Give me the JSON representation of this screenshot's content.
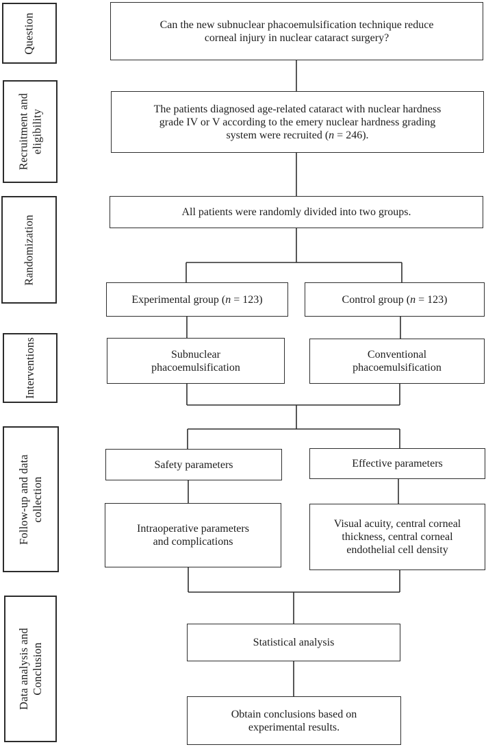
{
  "figure": {
    "background_color": "#ffffff",
    "line_color": "#2d2d2d",
    "text_color": "#1c1c1c"
  },
  "stages": {
    "question": {
      "line1": "Question"
    },
    "recruitment": {
      "line1": "Recruitment and",
      "line2": "eligibility"
    },
    "randomization": {
      "line1": "Randomization"
    },
    "interventions": {
      "line1": "Interventions"
    },
    "followup": {
      "line1": "Follow-up and data",
      "line2": "collection"
    },
    "conclusion": {
      "line1": "Data analysis and",
      "line2": "Conclusion"
    }
  },
  "flow": {
    "question": {
      "line1": "Can the new subnuclear phacoemulsification technique reduce",
      "line2": "corneal injury in nuclear cataract surgery?"
    },
    "recruitment": {
      "line1": "The patients diagnosed age-related cataract with nuclear hardness",
      "line2": "grade IV or V according to the emery nuclear hardness grading",
      "line3_pre": "system were recruited (",
      "line3_var": "n",
      "line3_post": " = 246)."
    },
    "randomization": {
      "line1": "All patients were randomly divided into two groups."
    },
    "experimental": {
      "pre": "Experimental group (",
      "var": "n",
      "post": " = 123)"
    },
    "control": {
      "pre": "Control group (",
      "var": "n",
      "post": " = 123)"
    },
    "subnuclear": {
      "line1": "Subnuclear",
      "line2": "phacoemulsification"
    },
    "conventional": {
      "line1": "Conventional",
      "line2": "phacoemulsification"
    },
    "safety": {
      "line1": "Safety parameters"
    },
    "effective": {
      "line1": "Effective parameters"
    },
    "intraoperative": {
      "line1": "Intraoperative parameters",
      "line2": "and complications"
    },
    "visual": {
      "line1": "Visual acuity, central corneal",
      "line2": "thickness, central corneal",
      "line3": "endothelial cell density"
    },
    "statistical": {
      "line1": "Statistical analysis"
    },
    "conclusion": {
      "line1": "Obtain conclusions based on",
      "line2": "experimental results."
    }
  }
}
